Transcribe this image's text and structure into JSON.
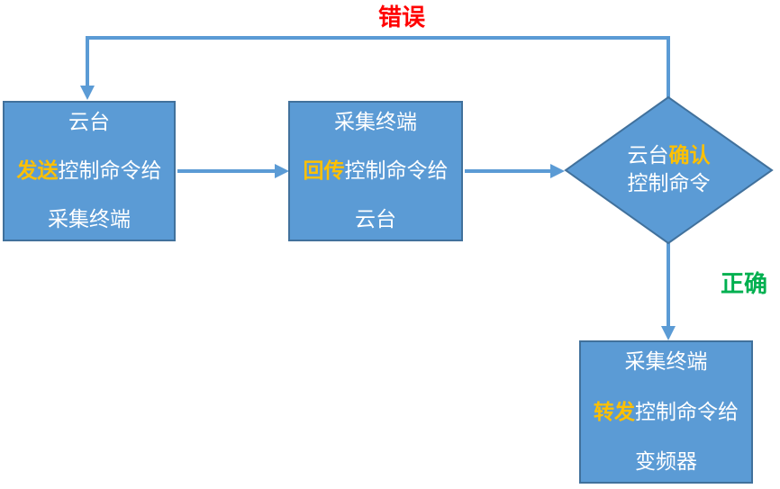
{
  "colors": {
    "shape_fill": "#5b9bd5",
    "shape_border": "#41719c",
    "arrow": "#5b9bd5",
    "shape_text": "#ffffff",
    "highlight_text": "#ffc000",
    "error_label": "#ff0000",
    "success_label": "#00b050",
    "background": "#ffffff"
  },
  "edge_labels": {
    "error": "错误",
    "success": "正确"
  },
  "nodes": {
    "send": {
      "line1": "云台",
      "line2_highlight": "发送",
      "line2_rest": "控制命令给",
      "line3": "采集终端"
    },
    "return": {
      "line1": "采集终端",
      "line2_highlight": "回传",
      "line2_rest": "控制命令给",
      "line3": "云台"
    },
    "confirm": {
      "line1_prefix": "云台",
      "line1_highlight": "确认",
      "line2": "控制命令"
    },
    "forward": {
      "line1": "采集终端",
      "line2_highlight": "转发",
      "line2_rest": "控制命令给",
      "line3": "变频器"
    }
  }
}
